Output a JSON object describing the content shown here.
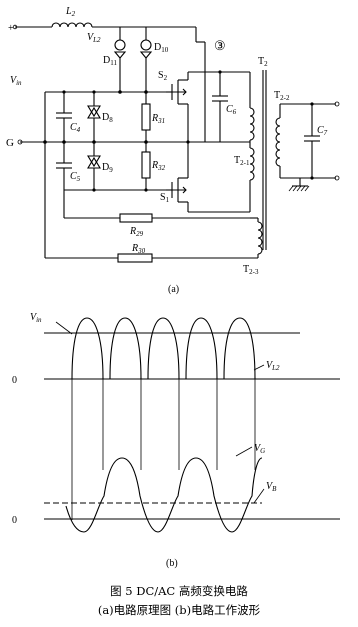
{
  "circuit": {
    "labels": {
      "plus": "+",
      "L2": "L",
      "L2_sub": "2",
      "VL2": "V",
      "VL2_sub": "L2",
      "D11": "D",
      "D11_sub": "11",
      "D10": "D",
      "D10_sub": "10",
      "circled3": "③",
      "T2": "T",
      "T2_sub": "2",
      "Vin": "V",
      "Vin_sub": "in",
      "S2": "S",
      "S2_sub": "2",
      "C4": "C",
      "C4_sub": "4",
      "D8": "D",
      "D8_sub": "8",
      "R31": "R",
      "R31_sub": "31",
      "C6": "C",
      "C6_sub": "6",
      "T22": "T",
      "T22_sub": "2-2",
      "C7": "C",
      "C7_sub": "7",
      "G": "G",
      "C5": "C",
      "C5_sub": "5",
      "D9": "D",
      "D9_sub": "9",
      "R32": "R",
      "R32_sub": "32",
      "T21": "T",
      "T21_sub": "2-1",
      "S1": "S",
      "S1_sub": "1",
      "R29": "R",
      "R29_sub": "29",
      "R30": "R",
      "R30_sub": "30",
      "T23": "T",
      "T23_sub": "2-3"
    },
    "subcaption": "(a)"
  },
  "waveform": {
    "labels": {
      "Vin": "V",
      "Vin_sub": "in",
      "VL2": "V",
      "VL2_sub": "L2",
      "zero_top": "0",
      "VG": "V",
      "VG_sub": "G",
      "VB": "V",
      "VB_sub": "B",
      "zero_bottom": "0"
    },
    "subcaption": "(b)"
  },
  "caption": {
    "title": "图 5   DC/AC 高频变换电路",
    "subtitle": "(a)电路原理图  (b)电路工作波形"
  }
}
